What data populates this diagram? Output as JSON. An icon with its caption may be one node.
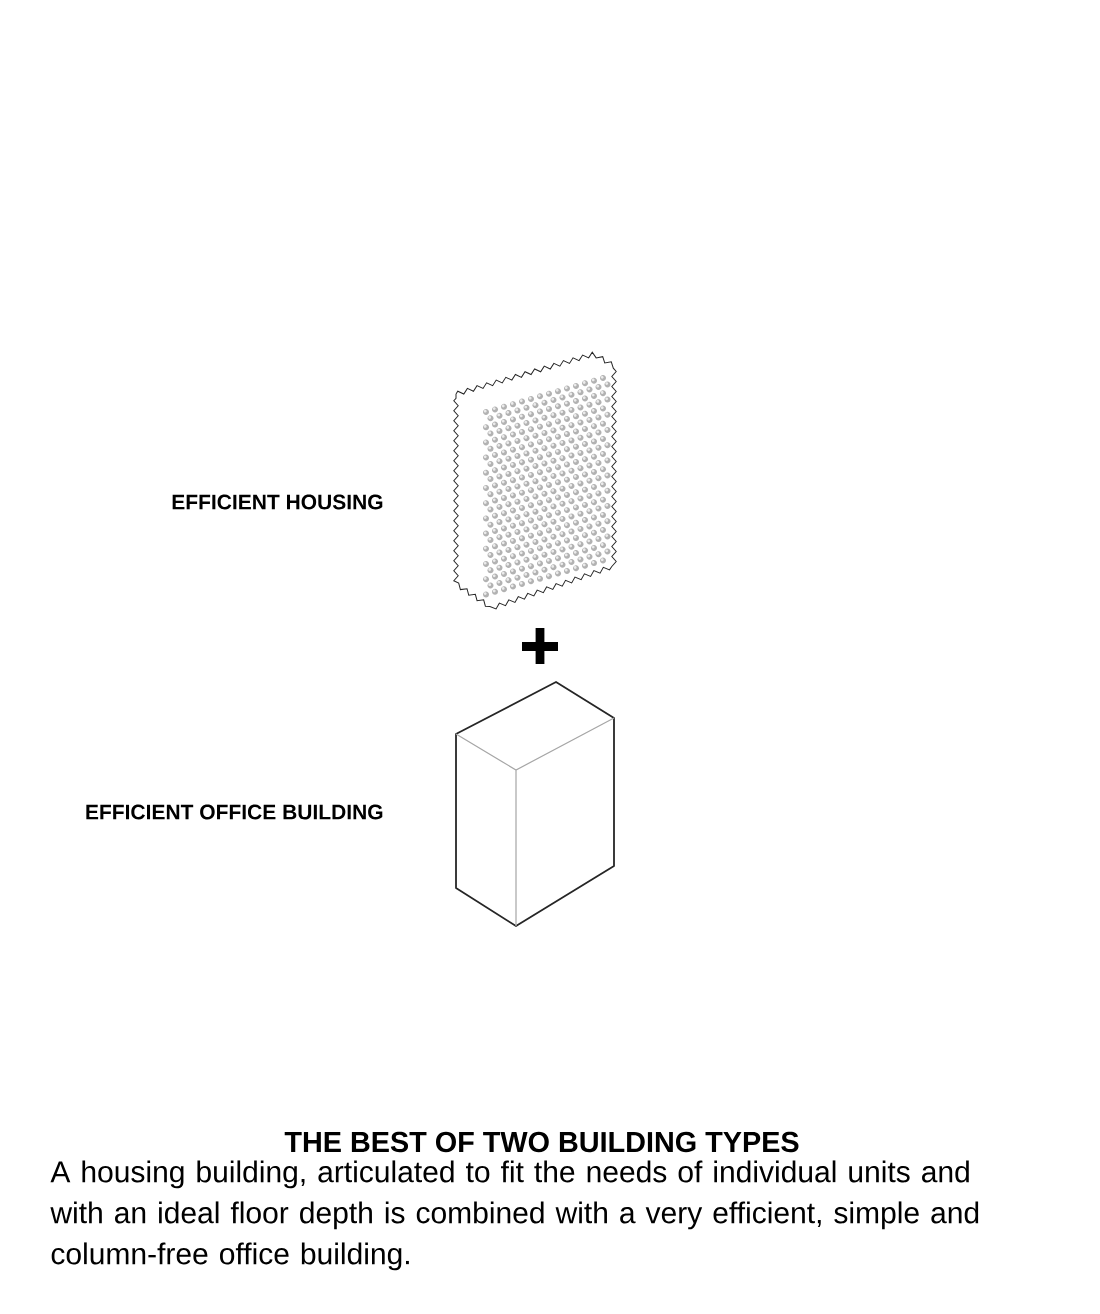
{
  "diagram": {
    "title": "THE BEST OF TWO BUILDING TYPES",
    "caption": "A housing building, articulated to fit the needs of individual units and with an ideal floor depth is combined with a very efficient, simple and column-free office building.",
    "labels": [
      "EFFICIENT HOUSING",
      "EFFICIENT OFFICE BUILDING"
    ]
  }
}
